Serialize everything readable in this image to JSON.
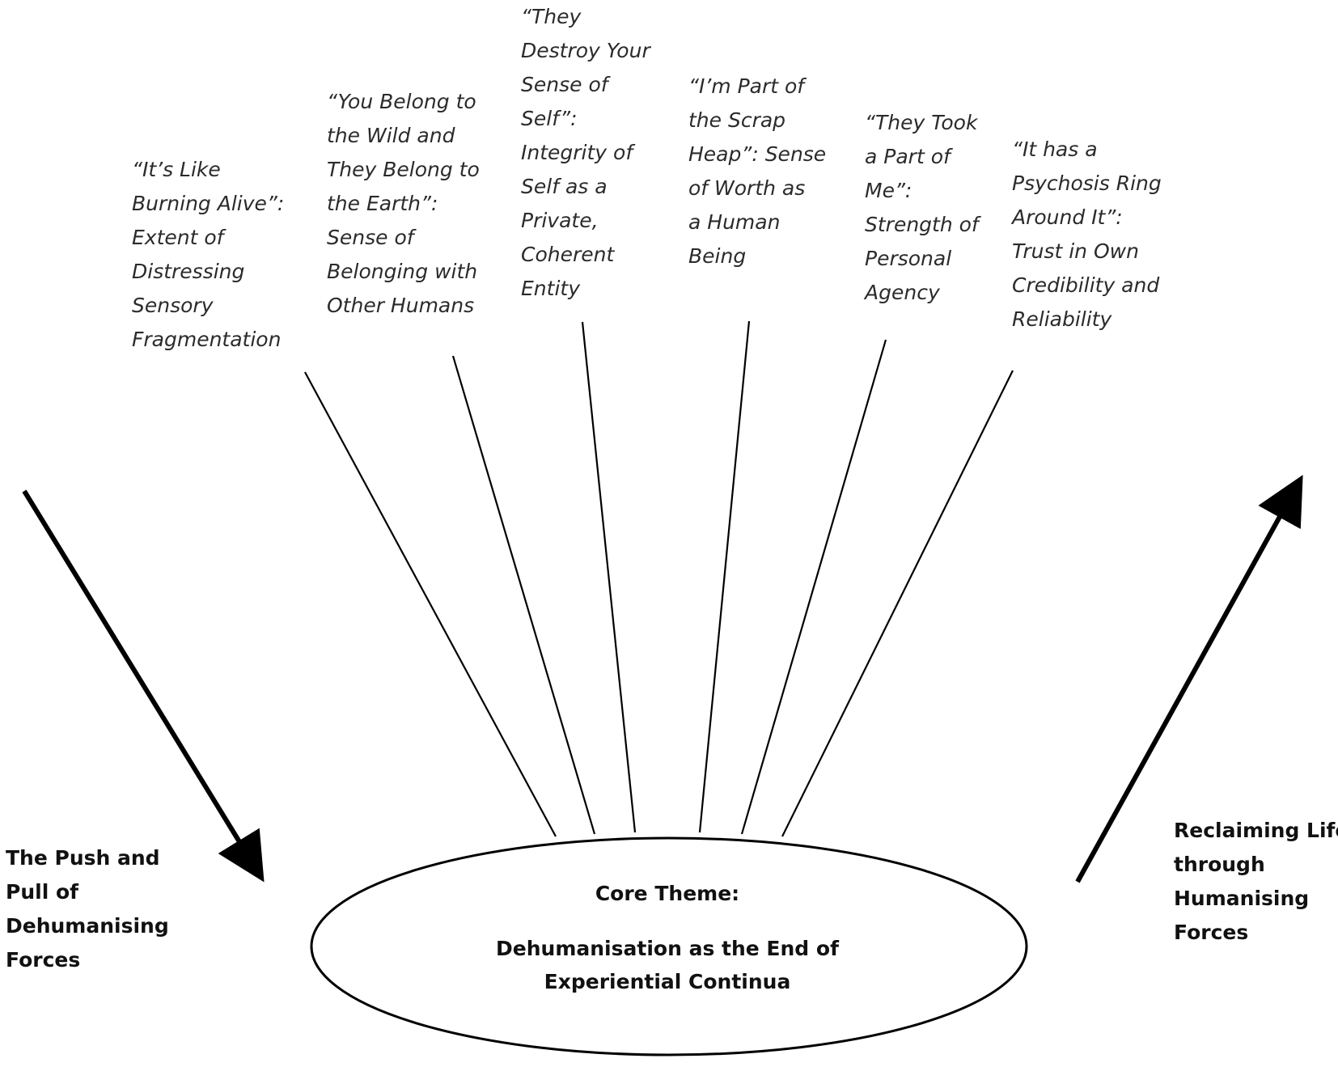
{
  "subthemes": [
    {
      "id": "t1",
      "lines": [
        "“It’s Like",
        "Burning Alive”:",
        "Extent of",
        "Distressing",
        "Sensory",
        "Fragmentation"
      ]
    },
    {
      "id": "t2",
      "lines": [
        "“You Belong to",
        "the Wild and",
        "They Belong to",
        "the Earth”:",
        "Sense of",
        "Belonging with",
        "Other Humans"
      ]
    },
    {
      "id": "t3",
      "lines": [
        "“They",
        "Destroy Your",
        "Sense of",
        "Self”:",
        "Integrity of",
        "Self as a",
        "Private,",
        "Coherent",
        "Entity"
      ]
    },
    {
      "id": "t4",
      "lines": [
        "“I’m Part of",
        "the Scrap",
        "Heap”: Sense",
        "of Worth as",
        "a Human",
        "Being"
      ]
    },
    {
      "id": "t5",
      "lines": [
        "“They Took",
        "a Part of",
        "Me”:",
        "Strength of",
        "Personal",
        "Agency"
      ]
    },
    {
      "id": "t6",
      "lines": [
        "“It has a",
        "Psychosis Ring",
        "Around It”:",
        "Trust in Own",
        "Credibility and",
        "Reliability"
      ]
    }
  ],
  "left_force": {
    "lines": [
      "The Push and",
      "Pull of",
      "Dehumanising",
      "Forces"
    ]
  },
  "right_force": {
    "lines": [
      "Reclaiming Life",
      "through",
      "Humanising",
      "Forces"
    ]
  },
  "core": {
    "label": "Core Theme:",
    "title": "Dehumanisation as the End of Experiential Continua"
  }
}
